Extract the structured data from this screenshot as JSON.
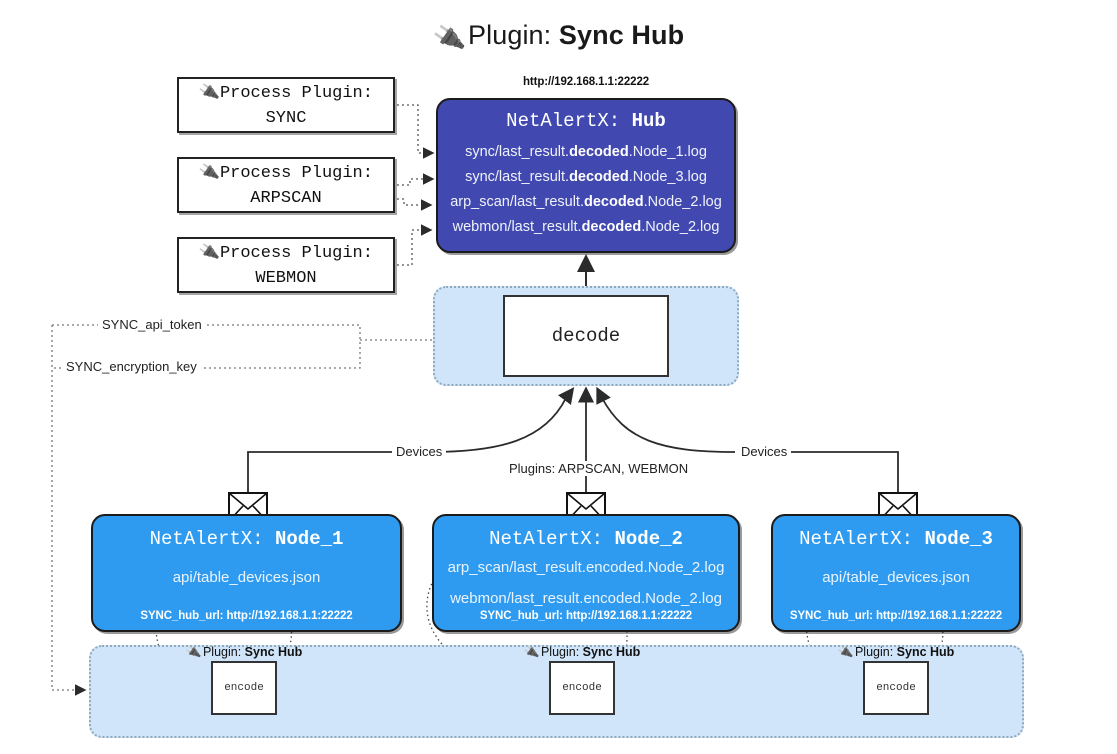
{
  "title": {
    "icon": "plug-icon",
    "glyph": "🔌",
    "prefix": "Plugin:",
    "name": "Sync Hub"
  },
  "colors": {
    "hub_fill": "#4149b0",
    "node_fill": "#2e9bf0",
    "zone_fill": "#d0e5f9",
    "zone_border": "#8fa9bd",
    "box_border": "#222222",
    "page_bg": "#ffffff"
  },
  "process_plugins": [
    {
      "line1": "Process Plugin:",
      "line2": "SYNC",
      "icon": "plug-icon",
      "glyph": "🔌"
    },
    {
      "line1": "Process Plugin:",
      "line2": "ARPSCAN",
      "icon": "plug-icon",
      "glyph": "🔌"
    },
    {
      "line1": "Process Plugin:",
      "line2": "WEBMON",
      "icon": "plug-icon",
      "glyph": "🔌"
    }
  ],
  "hub": {
    "url": "http://192.168.1.1:22222",
    "title_prefix": "NetAlertX:",
    "title_name": "Hub",
    "loglines": [
      {
        "pre": "sync/last_result.",
        "mid": "decoded",
        "post": ".Node_1.log"
      },
      {
        "pre": "sync/last_result.",
        "mid": "decoded",
        "post": ".Node_3.log"
      },
      {
        "pre": "arp_scan/last_result.",
        "mid": "decoded",
        "post": ".Node_2.log"
      },
      {
        "pre": "webmon/last_result.",
        "mid": "decoded",
        "post": ".Node_2.log"
      }
    ]
  },
  "decode": {
    "label": "decode"
  },
  "edge_labels": {
    "api_token": "SYNC_api_token",
    "encryption_key": "SYNC_encryption_key",
    "devices_left": "Devices",
    "devices_right": "Devices",
    "plugins_center": "Plugins: ARPSCAN, WEBMON"
  },
  "nodes": [
    {
      "title_prefix": "NetAlertX:",
      "title_name": "Node_1",
      "sources": [
        "api/table_devices.json"
      ],
      "hub_url_label": "SYNC_hub_url: http://192.168.1.1:22222",
      "icon": "envelope-icon"
    },
    {
      "title_prefix": "NetAlertX:",
      "title_name": "Node_2",
      "sources": [
        "arp_scan/last_result.encoded.Node_2.log",
        "webmon/last_result.encoded.Node_2.log"
      ],
      "hub_url_label": "SYNC_hub_url: http://192.168.1.1:22222",
      "icon": "envelope-icon"
    },
    {
      "title_prefix": "NetAlertX:",
      "title_name": "Node_3",
      "sources": [
        "api/table_devices.json"
      ],
      "hub_url_label": "SYNC_hub_url: http://192.168.1.1:22222",
      "icon": "envelope-icon"
    }
  ],
  "encode_units": [
    {
      "label": "encode",
      "plugin_prefix": "Plugin:",
      "plugin_name": "Sync Hub",
      "glyph": "🔌"
    },
    {
      "label": "encode",
      "plugin_prefix": "Plugin:",
      "plugin_name": "Sync Hub",
      "glyph": "🔌"
    },
    {
      "label": "encode",
      "plugin_prefix": "Plugin:",
      "plugin_name": "Sync Hub",
      "glyph": "🔌"
    }
  ]
}
